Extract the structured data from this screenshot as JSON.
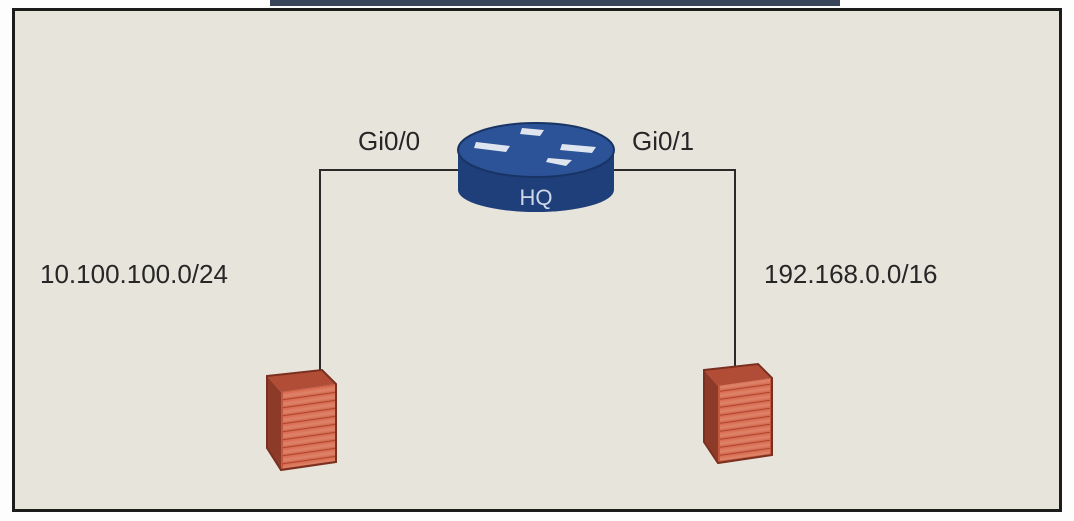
{
  "diagram": {
    "router": {
      "name": "HQ",
      "icon": "router-icon",
      "color": "#1f3f7a"
    },
    "interfaces": {
      "left": "Gi0/0",
      "right": "Gi0/1"
    },
    "networks": {
      "left": "10.100.100.0/24",
      "right": "192.168.0.0/16"
    },
    "devices": {
      "left_icon": "firewall-icon",
      "right_icon": "firewall-icon",
      "color": "#d9674d"
    }
  }
}
